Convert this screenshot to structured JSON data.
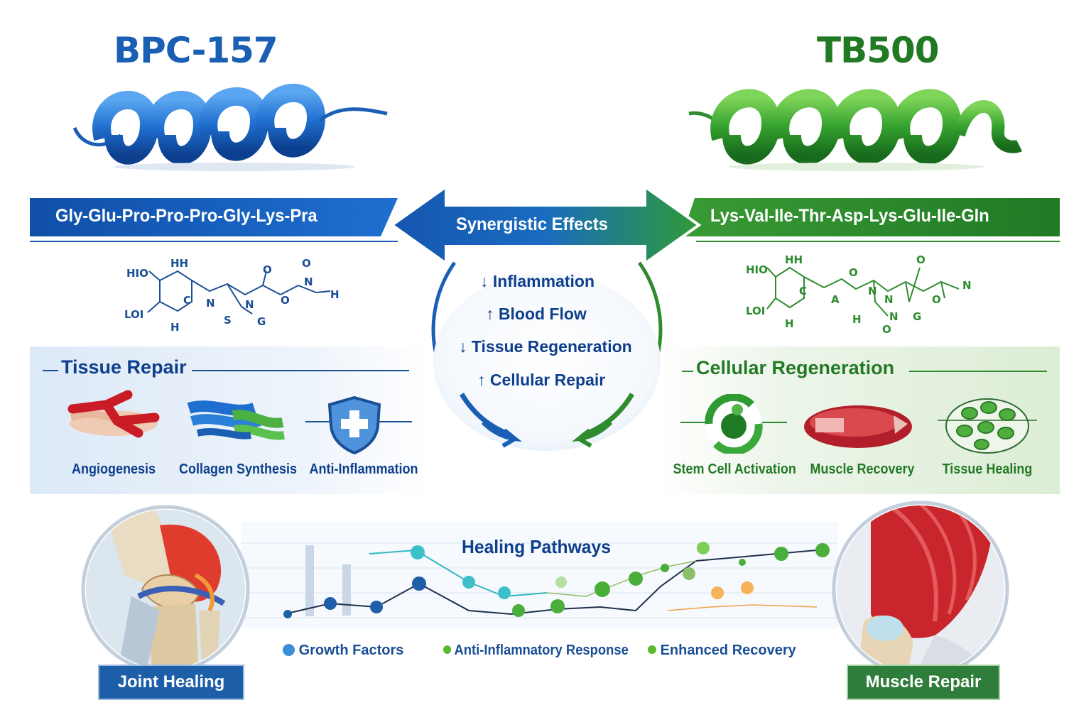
{
  "left": {
    "title": "BPC-157",
    "sequence": "Gly-Glu-Pro-Pro-Pro-Gly-Lys-Pra",
    "section_title": "Tissue Repair",
    "items": [
      {
        "label": "Angiogenesis",
        "icon": "blood-vessel-icon"
      },
      {
        "label": "Collagen Synthesis",
        "icon": "collagen-fiber-icon"
      },
      {
        "label": "Anti-Inflammation",
        "icon": "shield-cross-icon"
      }
    ],
    "color": "#1a5fb4"
  },
  "right": {
    "title": "TB500",
    "sequence": "Lys-Val-Ile-Thr-Asp-Lys-Glu-Ile-Gln",
    "section_title": "Cellular Regeneration",
    "items": [
      {
        "label": "Stem Cell Activation",
        "icon": "stem-cell-cycle-icon"
      },
      {
        "label": "Muscle Recovery",
        "icon": "muscle-tissue-icon"
      },
      {
        "label": "Tissue Healing",
        "icon": "cell-cluster-icon"
      }
    ],
    "color": "#2e8b2e"
  },
  "center": {
    "title": "Synergistic Effects",
    "effects": [
      {
        "arrow": "↓",
        "label": "Inflammation"
      },
      {
        "arrow": "↑",
        "label": "Blood Flow"
      },
      {
        "arrow": "↓",
        "label": "Tissue Regeneration"
      },
      {
        "arrow": "↑",
        "label": "Cellular Repair"
      }
    ]
  },
  "pathways": {
    "title": "Healing Pathways",
    "legend": [
      {
        "label": "Growth Factors",
        "color": "#3a8fd6"
      },
      {
        "label": "Anti-Inflamnatory Response",
        "color": "#5cb82e"
      },
      {
        "label": "Enhanced Recovery",
        "color": "#5cb82e"
      }
    ],
    "left_badge": "Joint Healing",
    "right_badge": "Muscle Repair"
  },
  "molecule_left": {
    "labels": [
      "HIO",
      "HH",
      "LOI",
      "H",
      "C",
      "N",
      "S",
      "N",
      "G",
      "O",
      "O",
      "O",
      "N",
      "H"
    ]
  },
  "molecule_right": {
    "labels": [
      "HIO",
      "HH",
      "LOI",
      "H",
      "C",
      "A",
      "O",
      "N",
      "H",
      "N",
      "N",
      "O",
      "O",
      "G",
      "O",
      "N"
    ]
  }
}
